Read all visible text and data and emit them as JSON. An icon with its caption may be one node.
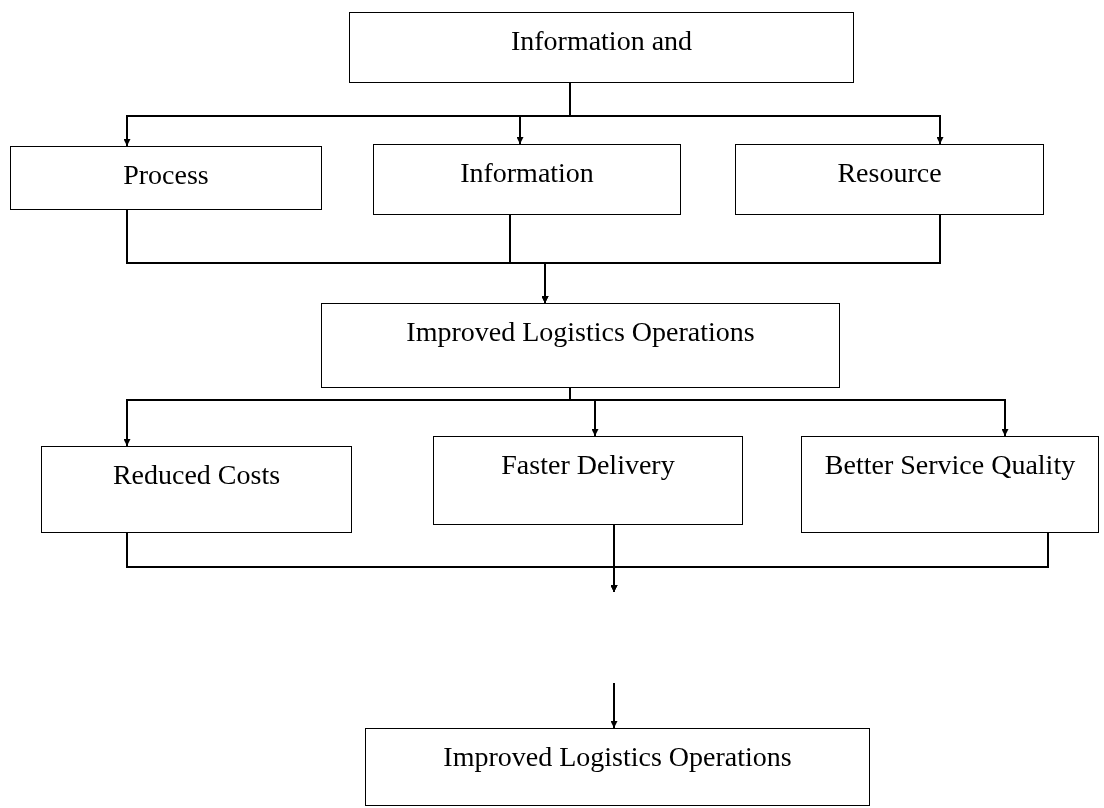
{
  "diagram": {
    "nodes": [
      {
        "text": [
          "Information and"
        ]
      },
      {
        "text": [
          "Process"
        ]
      },
      {
        "text": [
          "Information"
        ]
      },
      {
        "text": [
          "Resource"
        ]
      },
      {
        "text": [
          "Improved Logistics Operations"
        ]
      },
      {
        "text": [
          "Reduced Costs"
        ]
      },
      {
        "text": [
          "Faster Delivery"
        ]
      },
      {
        "text": [
          "Better Service Quality"
        ]
      },
      {
        "text": [
          "Improved Logistics Operations"
        ]
      }
    ],
    "edges": [
      {
        "from": 0,
        "to": 1,
        "arrow": "to"
      },
      {
        "from": 0,
        "to": 2,
        "arrow": "to"
      },
      {
        "from": 0,
        "to": 3,
        "arrow": "to"
      },
      {
        "from": 1,
        "to": 4,
        "arrow": "to"
      },
      {
        "from": 2,
        "to": 4,
        "arrow": "to"
      },
      {
        "from": 3,
        "to": 4,
        "arrow": "to"
      },
      {
        "from": 4,
        "to": 5,
        "arrow": "to"
      },
      {
        "from": 4,
        "to": 6,
        "arrow": "to"
      },
      {
        "from": 4,
        "to": 7,
        "arrow": "to"
      },
      {
        "from": 5,
        "to": null,
        "arrow": "to"
      },
      {
        "from": 6,
        "to": null,
        "arrow": "to"
      },
      {
        "from": 7,
        "to": null,
        "arrow": "to"
      },
      {
        "from": null,
        "to": 8,
        "arrow": "to"
      }
    ]
  }
}
